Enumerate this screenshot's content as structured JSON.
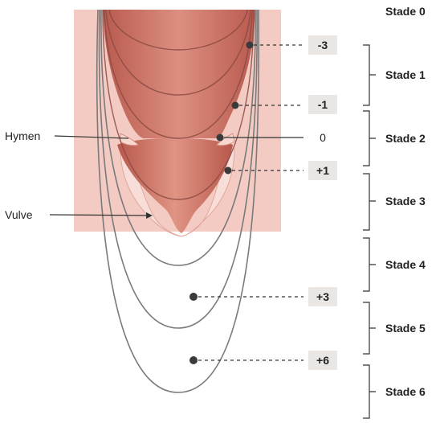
{
  "labels": {
    "hymen": "Hymen",
    "vulve": "Vulve"
  },
  "stages": [
    "Stade 0",
    "Stade 1",
    "Stade 2",
    "Stade 3",
    "Stade 4",
    "Stade 5",
    "Stade 6"
  ],
  "points": [
    "-3",
    "-1",
    "0",
    "+1",
    "+3",
    "+6"
  ],
  "colors": {
    "tissue_bg": "#f2c9c2",
    "tissue_dark": "#c56a5e",
    "tissue_mid": "#d98a7c",
    "tissue_light": "#f6dcd6",
    "curve": "#7a7a7a",
    "dot": "#3a3a3a",
    "badge": "#e9e6e4"
  }
}
